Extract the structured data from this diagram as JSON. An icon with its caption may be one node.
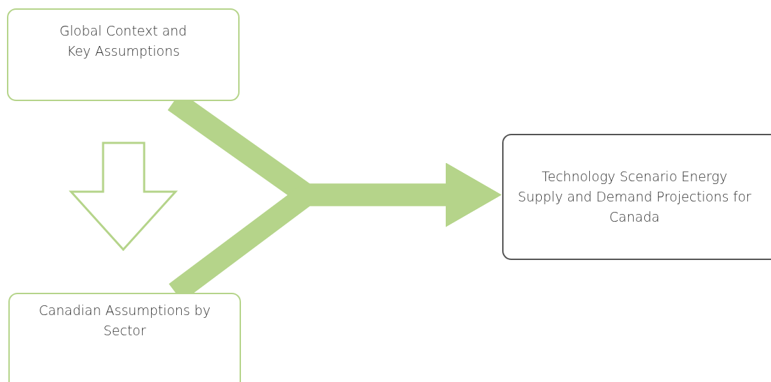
{
  "diagram": {
    "nodes": [
      {
        "text": [
          "Global Context and Key Assumptions"
        ]
      },
      {
        "text": [
          "Canadian Assumptions by Sector"
        ]
      },
      {
        "text": [
          "Technology Scenario Energy Supply and Demand Projections for Canada"
        ]
      }
    ],
    "edges": [
      {
        "from": 0,
        "to": 2,
        "arrow": "to"
      },
      {
        "from": 1,
        "to": 2,
        "arrow": "to"
      },
      {
        "from": 0,
        "to": 1,
        "arrow": "to"
      }
    ]
  }
}
